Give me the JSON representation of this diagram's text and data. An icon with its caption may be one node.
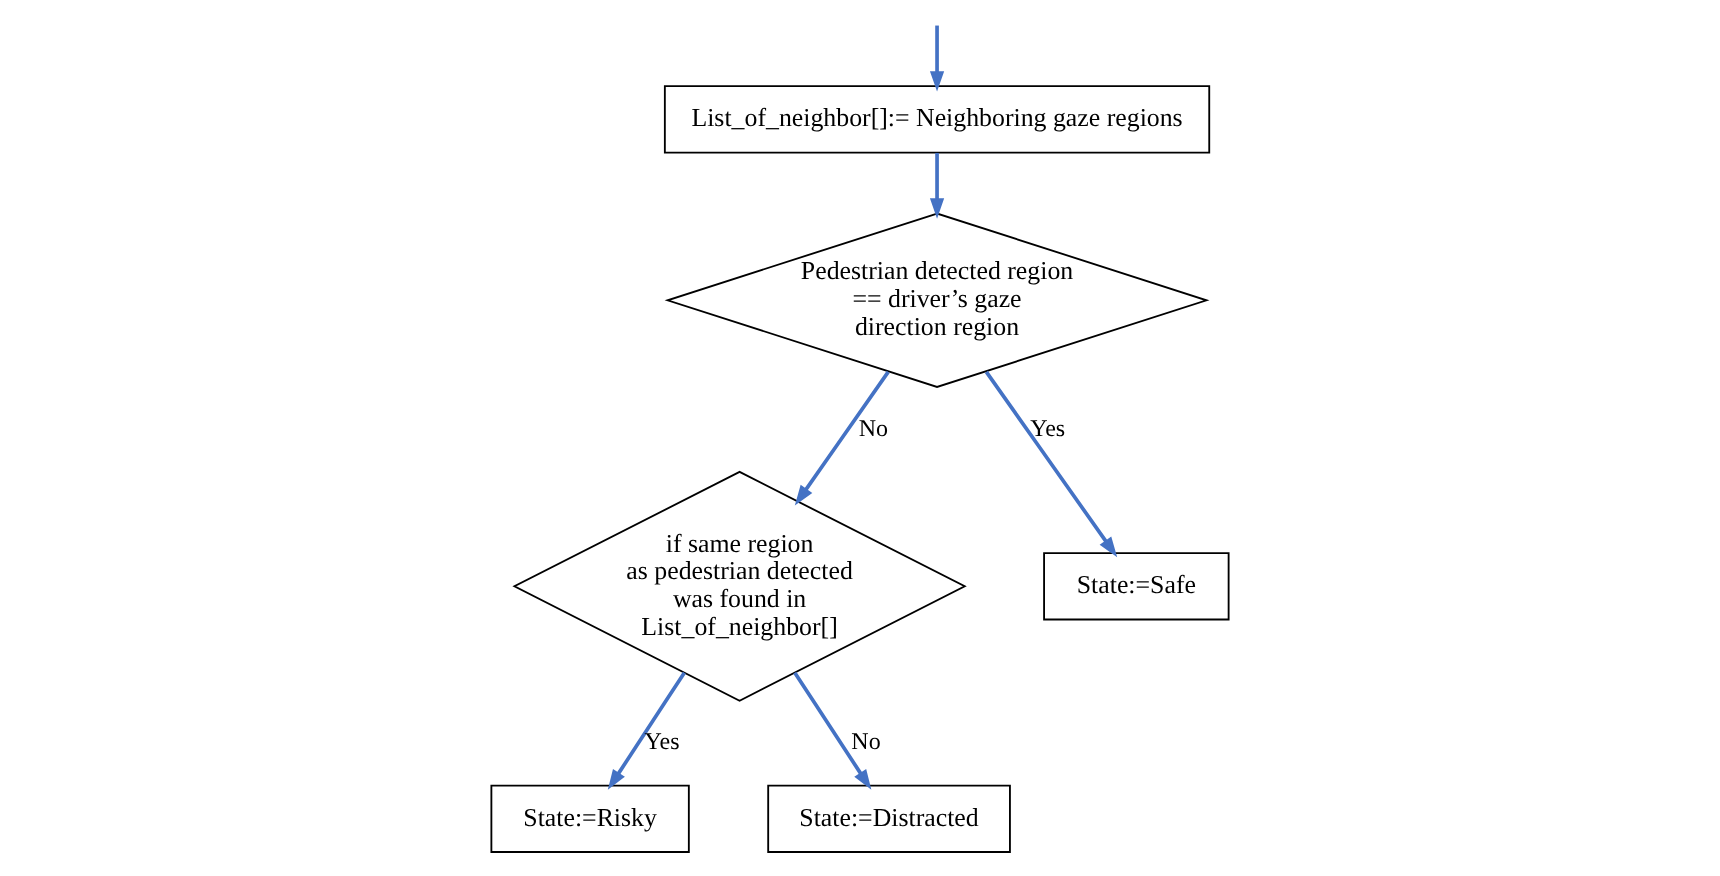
{
  "diagram": {
    "nodes": [
      {
        "text": [
          "List_of_neighbor[]:= Neighboring gaze regions"
        ]
      },
      {
        "text": [
          "Pedestrian detected region == driver’s gaze direction region"
        ]
      },
      {
        "text": [
          "if same region as pedestrian detected was found in List_of_neighbor[]"
        ]
      },
      {
        "text": [
          "State:=Safe"
        ]
      },
      {
        "text": [
          "State:=Risky"
        ]
      },
      {
        "text": [
          "State:=Distracted"
        ]
      }
    ],
    "edges": [
      {
        "from": null,
        "to": 0,
        "arrow": "to"
      },
      {
        "from": 0,
        "to": 1,
        "arrow": "to"
      },
      {
        "from": 1,
        "to": 2,
        "arrow": "to",
        "label": "No"
      },
      {
        "from": 1,
        "to": 3,
        "arrow": "to",
        "label": "Yes"
      },
      {
        "from": 2,
        "to": 4,
        "arrow": "to",
        "label": "Yes"
      },
      {
        "from": 2,
        "to": 5,
        "arrow": "to",
        "label": "No"
      }
    ]
  }
}
